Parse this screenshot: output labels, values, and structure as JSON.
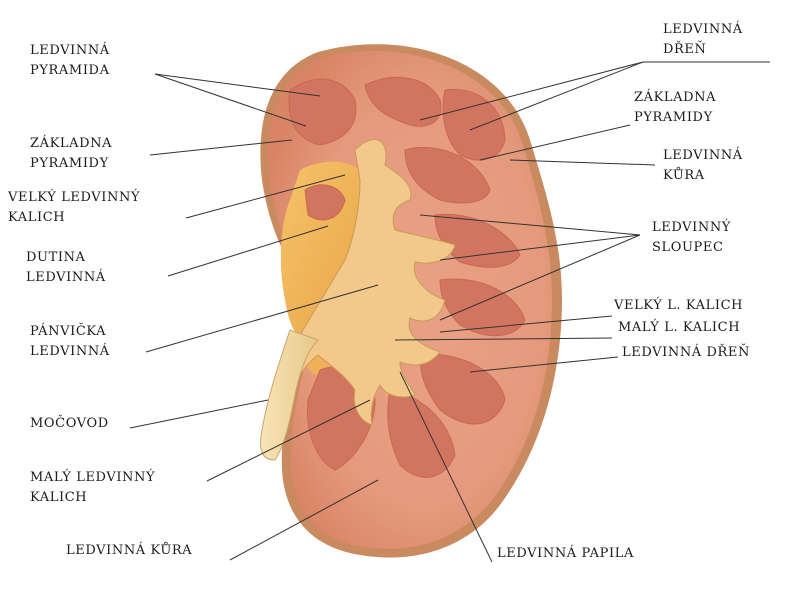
{
  "labels": {
    "pyramida": [
      "LEDVINNÁ",
      "PYRAMIDA"
    ],
    "zakladna_left": [
      "ZÁKLADNA",
      "PYRAMIDY"
    ],
    "velky_kalich": [
      "VELKÝ LEDVINNÝ",
      "KALICH"
    ],
    "dutina": [
      "DUTINA",
      "LEDVINNÁ"
    ],
    "panvicka": [
      "PÁNVIČKA",
      "LEDVINNÁ"
    ],
    "mocovod": "MOČOVOD",
    "maly_kalich": [
      "MALÝ LEDVINNÝ",
      "KALICH"
    ],
    "kura_bottom": "LEDVINNÁ KŮRA",
    "dren_top": [
      "LEDVINNÁ",
      "DŘEŇ"
    ],
    "zakladna_right": [
      "ZÁKLADNA",
      "PYRAMIDY"
    ],
    "kura_right": [
      "LEDVINNÁ",
      "KŮRA"
    ],
    "sloupec": [
      "LEDVINNÝ",
      "SLOUPEC"
    ],
    "velky_l_kalich": "VELKÝ L. KALICH",
    "maly_l_kalich": "MALÝ L. KALICH",
    "dren_right": "LEDVINNÁ DŘEŇ",
    "papila": "LEDVINNÁ PAPILA"
  }
}
